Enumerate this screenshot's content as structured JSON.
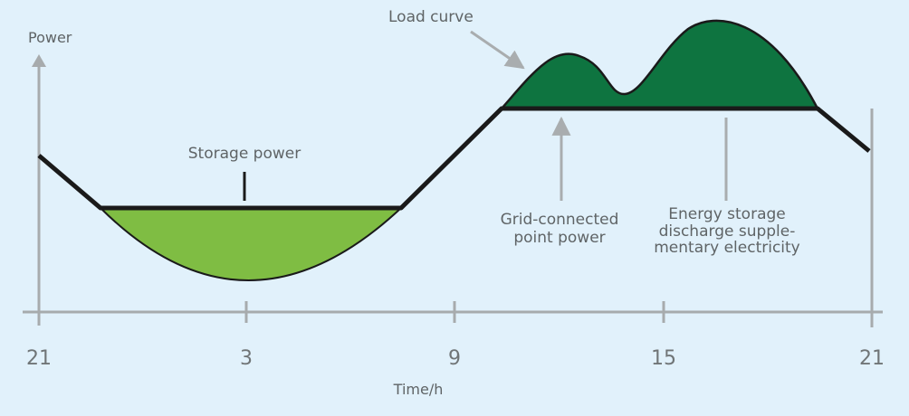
{
  "axis": {
    "y_label": "Power",
    "x_label": "Time/h",
    "ticks": [
      "21",
      "3",
      "9",
      "15",
      "21"
    ]
  },
  "annotations": {
    "load_curve": "Load curve",
    "storage_power": "Storage power",
    "grid_point_power": [
      "Grid-connected",
      "point power"
    ],
    "discharge": [
      "Energy storage",
      "discharge supple-",
      "mentary electricity"
    ]
  },
  "colors": {
    "background": "#e1f1fb",
    "charge_fill": "#7fbd43",
    "discharge_fill": "#0e7440",
    "curve": "#1a1a1a",
    "axis": "#a7abad",
    "pointer": "#a9adaf"
  }
}
